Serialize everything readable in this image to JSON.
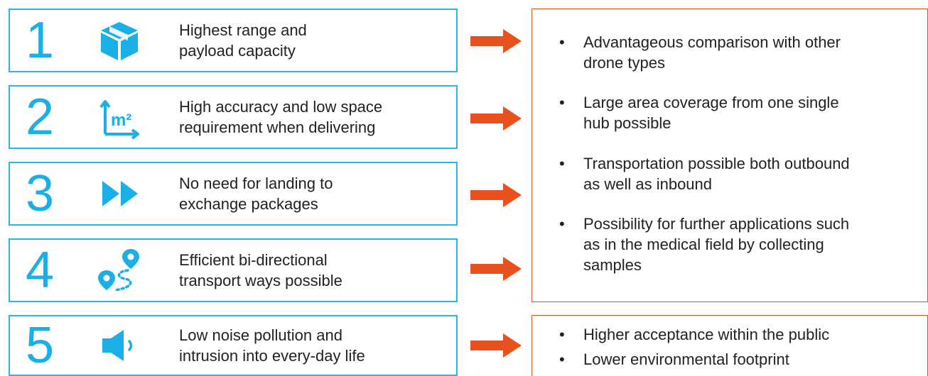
{
  "colors": {
    "accent_blue": "#1AAFE6",
    "border_blue": "#29B6E8",
    "accent_orange": "#E8501E"
  },
  "features": [
    {
      "number": "1",
      "icon": "package-box-icon",
      "lines": [
        "Highest range and",
        "payload capacity"
      ]
    },
    {
      "number": "2",
      "icon": "square-meter-icon",
      "lines": [
        "High accuracy and low space",
        "requirement when delivering"
      ]
    },
    {
      "number": "3",
      "icon": "fast-forward-icon",
      "lines": [
        "No need for landing to",
        "exchange packages"
      ]
    },
    {
      "number": "4",
      "icon": "route-map-icon",
      "lines": [
        "Efficient bi-directional",
        "transport ways possible"
      ]
    },
    {
      "number": "5",
      "icon": "speaker-icon",
      "lines": [
        "Low noise pollution and",
        "intrusion into every-day life"
      ]
    }
  ],
  "arrow_icon": "right-arrow-icon",
  "benefits_main": [
    {
      "lines": [
        "Advantageous comparison with other",
        "drone types"
      ]
    },
    {
      "lines": [
        "Large area coverage from one single",
        "hub possible"
      ]
    },
    {
      "lines": [
        "Transportation possible both outbound",
        "as well as inbound"
      ]
    },
    {
      "lines": [
        "Possibility for further applications such",
        "as in the medical field by collecting",
        "samples"
      ]
    }
  ],
  "benefits_secondary": [
    {
      "lines": [
        "Higher acceptance within the public"
      ]
    },
    {
      "lines": [
        "Lower environmental footprint"
      ]
    }
  ]
}
